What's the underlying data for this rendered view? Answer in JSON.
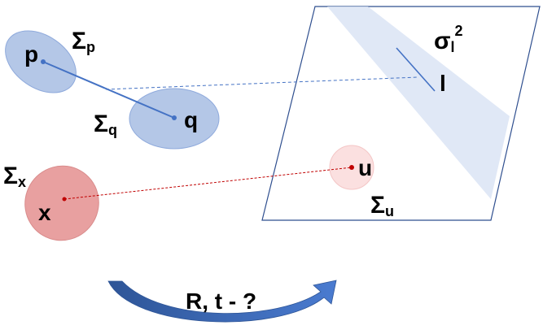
{
  "labels": {
    "point_p": "p",
    "point_q": "q",
    "point_x": "x",
    "point_u": "u",
    "line_l": "l",
    "sigma_p": {
      "symbol": "Σ",
      "sub": "p"
    },
    "sigma_q": {
      "symbol": "Σ",
      "sub": "q"
    },
    "sigma_x": {
      "symbol": "Σ",
      "sub": "x"
    },
    "sigma_u": {
      "symbol": "Σ",
      "sub": "u"
    },
    "sigma_l": {
      "symbol": "σ",
      "sub": "l",
      "sup": "2"
    },
    "transform": "R, t - ?"
  },
  "colors": {
    "blue_fill": "#b4c7e7",
    "blue_stroke": "#8faadc",
    "blue_line": "#4472c4",
    "red_fill": "#e8a0a0",
    "red_stroke": "#d98c8c",
    "red_line": "#c00000",
    "pink_fill": "#fbe0e0",
    "plane_stroke": "#2f4f8f",
    "band_fill": "#dbe4f4",
    "arrow_dark": "#2e5597",
    "arrow_light": "#4a7bd0"
  }
}
